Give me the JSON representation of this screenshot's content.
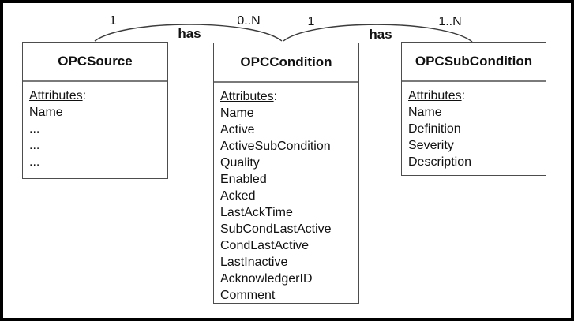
{
  "labels": {
    "attributes_word": "Attributes",
    "colon": ":"
  },
  "entities": [
    {
      "name": "OPCSource",
      "attributes": [
        "Name",
        "...",
        "...",
        "..."
      ]
    },
    {
      "name": "OPCCondition",
      "attributes": [
        "Name",
        "Active",
        "ActiveSubCondition",
        "Quality",
        "Enabled",
        "Acked",
        "LastAckTime",
        "SubCondLastActive",
        "CondLastActive",
        "LastInactive",
        "AcknowledgerID",
        "Comment"
      ]
    },
    {
      "name": "OPCSubCondition",
      "attributes": [
        "Name",
        "Definition",
        "Severity",
        "Description"
      ]
    }
  ],
  "relationships": [
    {
      "label": "has",
      "from_cardinality": "1",
      "to_cardinality": "0..N"
    },
    {
      "label": "has",
      "from_cardinality": "1",
      "to_cardinality": "1..N"
    }
  ],
  "colors": {
    "background": "#ffffff",
    "frame_border": "#000000",
    "box_border": "#4d4d4d",
    "separator": "#7a7a7a",
    "line": "#3c3c3c",
    "text": "#111111"
  }
}
